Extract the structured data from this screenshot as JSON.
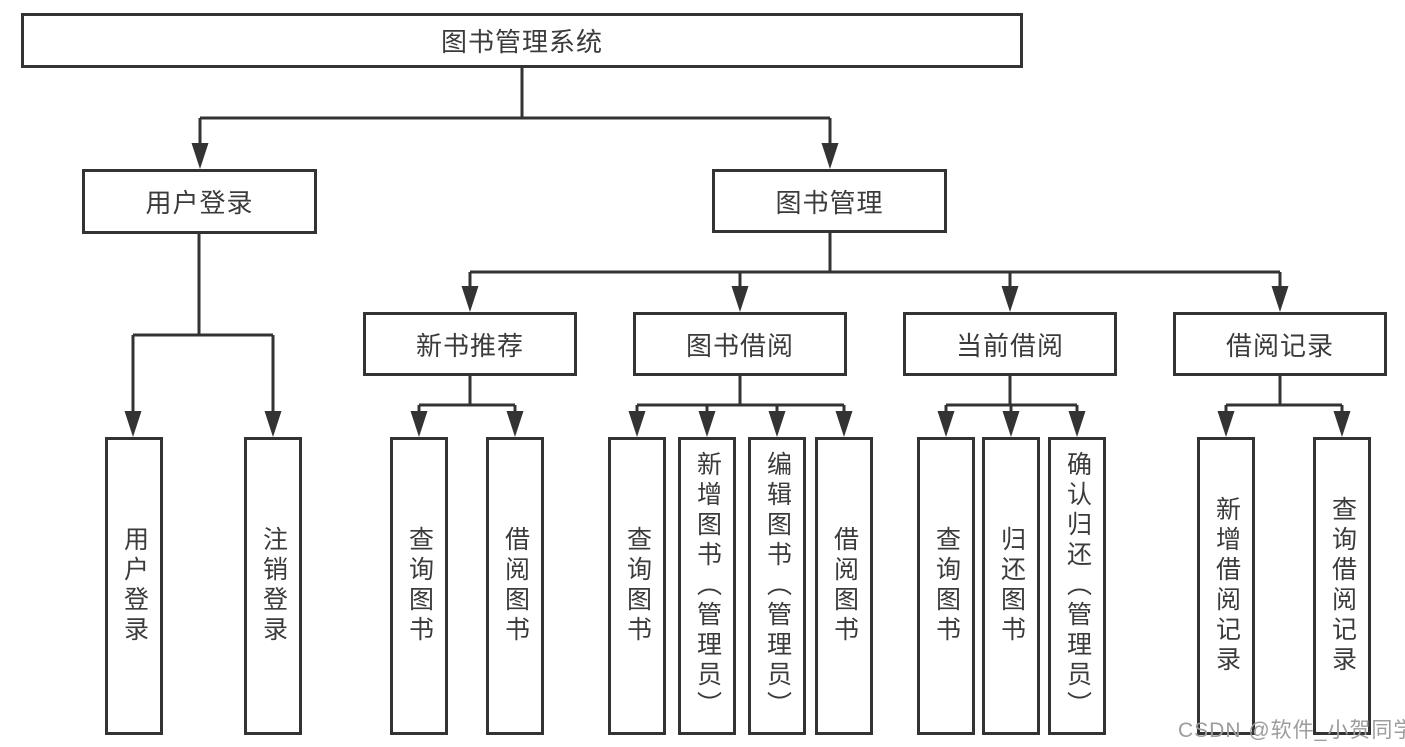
{
  "diagram": {
    "root": "图书管理系统",
    "branches": [
      {
        "label": "用户登录",
        "children": [
          "用户登录",
          "注销登录"
        ]
      },
      {
        "label": "图书管理",
        "groups": [
          {
            "label": "新书推荐",
            "children": [
              "查询图书",
              "借阅图书"
            ]
          },
          {
            "label": "图书借阅",
            "children": [
              "查询图书",
              "新增图书（管理员）",
              "编辑图书（管理员）",
              "借阅图书"
            ]
          },
          {
            "label": "当前借阅",
            "children": [
              "查询图书",
              "归还图书",
              "确认归还（管理员）"
            ]
          },
          {
            "label": "借阅记录",
            "children": [
              "新增借阅记录",
              "查询借阅记录"
            ]
          }
        ]
      }
    ]
  },
  "watermark": "CSDN @软件_小贺同学",
  "colors": {
    "line": "#333333",
    "text": "#3b3b3b",
    "watermark": "#9c9c9c",
    "background": "#ffffff"
  }
}
